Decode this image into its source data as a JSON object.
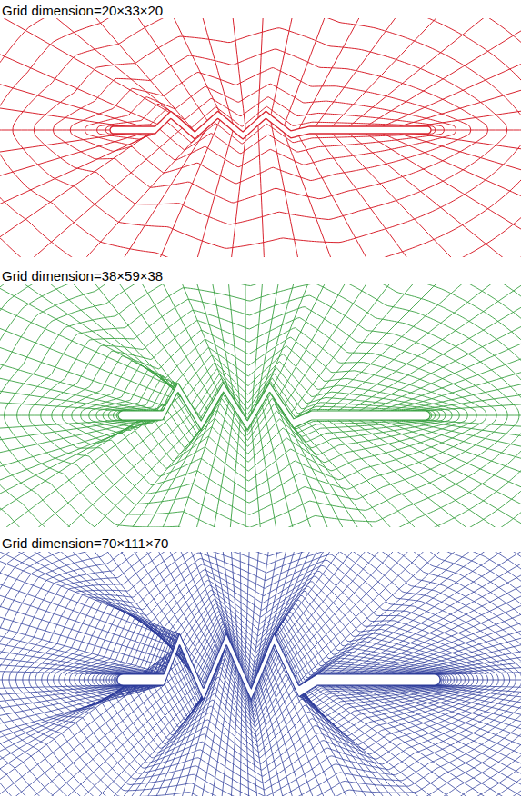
{
  "diagram": {
    "labels": [
      "Grid dimension=20×33×20",
      "Grid dimension=38×59×38",
      "Grid dimension=70×111×70"
    ]
  }
}
